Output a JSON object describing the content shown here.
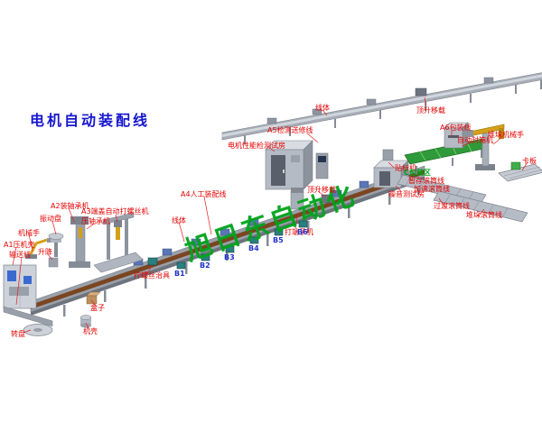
{
  "title": {
    "text": "电机自动装配线"
  },
  "watermark": {
    "text": "旭日东自动化"
  },
  "colors": {
    "title_blue": "#1616d0",
    "label_red": "#e60000",
    "label_blue": "#2233cc",
    "watermark_green": "#00a41c",
    "conveyor_brown": "#7a4520",
    "machine_gray": "#b5bbc5",
    "green_conveyor": "#2f9a3a",
    "teal_fixture": "#2a7f7f",
    "robot_yellow": "#d4a017",
    "background": "#ffffff"
  },
  "labels": [
    {
      "id": "a5-inspection-line",
      "text": "A5检测送修线",
      "color": "red"
    },
    {
      "id": "motor-performance-test-room",
      "text": "电机性能检测试房",
      "color": "red"
    },
    {
      "id": "line-body-top",
      "text": "线体",
      "color": "red"
    },
    {
      "id": "lift-transfer-top",
      "text": "顶升移载",
      "color": "red"
    },
    {
      "id": "a6-packing-line",
      "text": "A6包装线",
      "color": "red"
    },
    {
      "id": "auto-box-sealer",
      "text": "自动封箱机",
      "color": "red"
    },
    {
      "id": "stacking-robot",
      "text": "堆垛机械手",
      "color": "red"
    },
    {
      "id": "pallet",
      "text": "卡板",
      "color": "red"
    },
    {
      "id": "labeling-machine",
      "text": "贴标机",
      "color": "red"
    },
    {
      "id": "c-packing-area",
      "text": "C包装区",
      "color": "green"
    },
    {
      "id": "buffer-roller-line",
      "text": "暂存滚筒线",
      "color": "red"
    },
    {
      "id": "accel-roller-line",
      "text": "加速滚筒线",
      "color": "red"
    },
    {
      "id": "noise-test-room",
      "text": "噪音测试房",
      "color": "red"
    },
    {
      "id": "transition-roller-line",
      "text": "过渡滚筒线",
      "color": "red"
    },
    {
      "id": "stacking-roller-line",
      "text": "堆垛滚筒线",
      "color": "red"
    },
    {
      "id": "lift-transfer-mid",
      "text": "顶升移载",
      "color": "red"
    },
    {
      "id": "a4-manual-assembly-line",
      "text": "A4人工装配线",
      "color": "red"
    },
    {
      "id": "terminal-machine",
      "text": "打端子机",
      "color": "red"
    },
    {
      "id": "line-body-left",
      "text": "线体",
      "color": "red"
    },
    {
      "id": "a3-auto-screw-machine",
      "text": "A3端盖自动打螺丝机",
      "color": "red"
    },
    {
      "id": "bearing-press",
      "text": "压轴承机",
      "color": "red"
    },
    {
      "id": "a2-bearing-machine",
      "text": "A2装轴承机",
      "color": "red"
    },
    {
      "id": "vibration-bowl",
      "text": "振动盘",
      "color": "red"
    },
    {
      "id": "robot-hand",
      "text": "机械手",
      "color": "red"
    },
    {
      "id": "a1-housing-press",
      "text": "A1压机壳",
      "color": "red"
    },
    {
      "id": "infeed-conveyor",
      "text": "输送线",
      "color": "red"
    },
    {
      "id": "lift",
      "text": "升降",
      "color": "red"
    },
    {
      "id": "screw-jig",
      "text": "拧螺丝治具",
      "color": "red"
    },
    {
      "id": "box",
      "text": "盒子",
      "color": "red"
    },
    {
      "id": "motor-casing",
      "text": "机壳",
      "color": "red"
    },
    {
      "id": "turntable",
      "text": "转盘",
      "color": "red"
    },
    {
      "id": "station-b1",
      "text": "B1",
      "color": "blue"
    },
    {
      "id": "station-b2",
      "text": "B2",
      "color": "blue"
    },
    {
      "id": "station-b3",
      "text": "B3",
      "color": "blue"
    },
    {
      "id": "station-b4",
      "text": "B4",
      "color": "blue"
    },
    {
      "id": "station-b5",
      "text": "B5",
      "color": "blue"
    },
    {
      "id": "station-b6",
      "text": "B6",
      "color": "blue"
    }
  ]
}
